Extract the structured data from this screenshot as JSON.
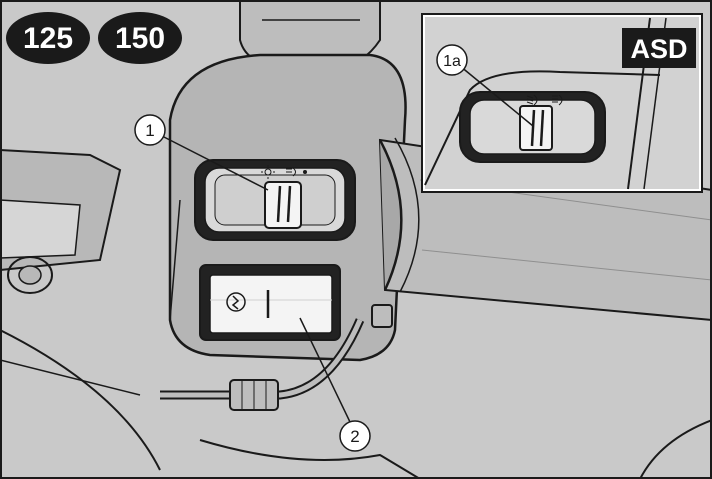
{
  "badges": {
    "left": "125",
    "right": "150"
  },
  "inset": {
    "tag": "ASD",
    "callout": "1a"
  },
  "callouts": {
    "one": "1",
    "two": "2"
  },
  "colors": {
    "background": "#c9c9c9",
    "ink": "#1a1a1a",
    "badge": "#1a1a1a",
    "switch_white": "#f4f4f4",
    "highlight": "#e6e6e6"
  },
  "icons": {
    "headlight_symbol": "sun-icon",
    "high_beam_symbol": "high-beam-icon",
    "low_beam_symbol": "low-beam-icon",
    "hazard_symbol": "hazard-icon"
  }
}
